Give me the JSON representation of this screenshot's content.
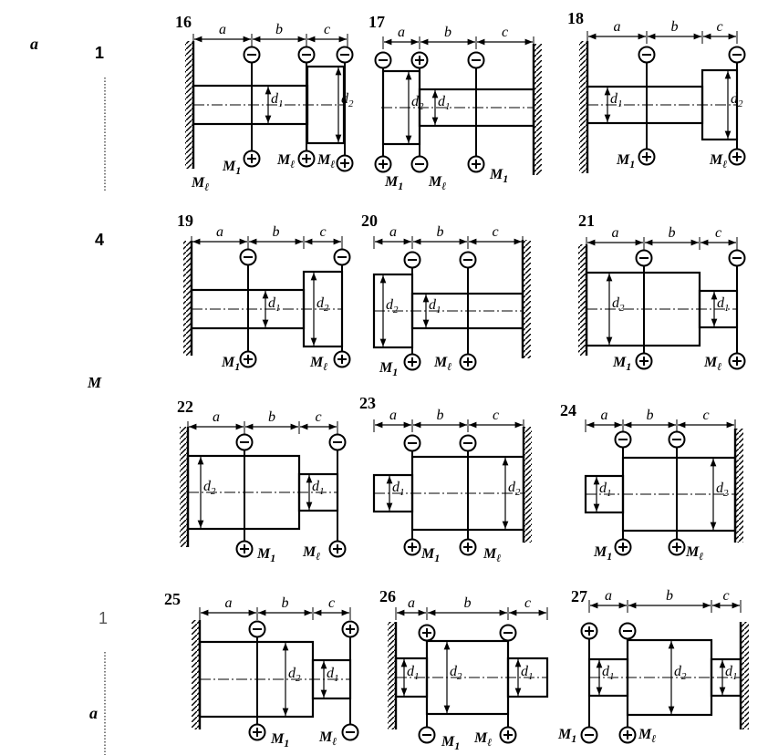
{
  "left_margin": {
    "top_a": "a",
    "row_numbers": [
      "1",
      "4",
      "1"
    ],
    "moment_label": "M",
    "bottom_a": "a"
  },
  "labels": {
    "a": "a",
    "b": "b",
    "c": "c",
    "d1": "d",
    "d2": "d",
    "sub1": "1",
    "sub2": "2",
    "M1": "M",
    "M2": "M",
    "msub1": "1",
    "msub2": "ℓ",
    "plus": "+",
    "minus": "−"
  },
  "diagrams": [
    {
      "num": "16"
    },
    {
      "num": "17"
    },
    {
      "num": "18"
    },
    {
      "num": "19"
    },
    {
      "num": "20"
    },
    {
      "num": "21"
    },
    {
      "num": "22"
    },
    {
      "num": "23"
    },
    {
      "num": "24"
    },
    {
      "num": "25"
    },
    {
      "num": "26"
    },
    {
      "num": "27"
    }
  ]
}
